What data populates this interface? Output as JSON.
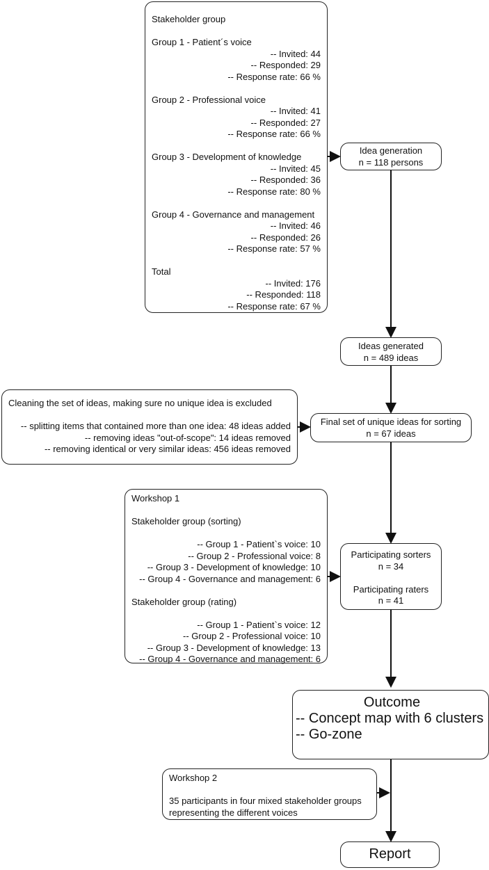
{
  "stakeholder_box": {
    "title": "Stakeholder group",
    "groups": [
      {
        "name": "Group 1 - Patient´s voice",
        "invited": "-- Invited: 44",
        "responded": "-- Responded: 29",
        "rate": "-- Response rate: 66  %"
      },
      {
        "name": "Group 2 - Professional voice",
        "invited": "-- Invited: 41",
        "responded": "-- Responded: 27",
        "rate": "-- Response rate: 66  %"
      },
      {
        "name": "Group 3 - Development of knowledge",
        "invited": "-- Invited: 45",
        "responded": "-- Responded: 36",
        "rate": "-- Response rate: 80  %"
      },
      {
        "name": "Group 4 - Governance and management",
        "invited": "-- Invited: 46",
        "responded": "-- Responded: 26",
        "rate": "-- Response rate: 57  %"
      },
      {
        "name": "Total",
        "invited": "-- Invited: 176",
        "responded": "-- Responded: 118",
        "rate": "-- Response rate: 67  %"
      }
    ]
  },
  "idea_generation": {
    "title": "Idea generation",
    "n": "n = 118 persons"
  },
  "ideas_generated": {
    "title": "Ideas generated",
    "n": "n = 489 ideas"
  },
  "cleaning_box": {
    "title": "Cleaning the set of ideas, making sure no unique idea is excluded",
    "items": [
      "-- splitting items that contained more than one idea: 48 ideas added",
      "-- removing ideas \"out-of-scope\": 14 ideas removed",
      "-- removing identical or very similar ideas: 456 ideas removed"
    ]
  },
  "final_set": {
    "title": "Final set of unique ideas for sorting",
    "n": "n = 67 ideas"
  },
  "workshop1": {
    "title": "Workshop 1",
    "sorting_title": "Stakeholder group (sorting)",
    "sorting": [
      "-- Group 1 - Patient`s voice: 10",
      "-- Group 2 - Professional voice: 8",
      "-- Group 3 - Development of knowledge: 10",
      "-- Group 4 - Governance and management: 6"
    ],
    "rating_title": "Stakeholder group (rating)",
    "rating": [
      "-- Group 1 - Patient`s voice: 12",
      "-- Group 2 - Professional voice: 10",
      "-- Group 3 - Development of knowledge: 13",
      "-- Group 4 - Governance and management: 6"
    ]
  },
  "participants": {
    "sorters_label": "Participating sorters",
    "sorters_n": "n = 34",
    "raters_label": "Participating raters",
    "raters_n": "n = 41"
  },
  "outcome": {
    "title": "Outcome",
    "items": [
      "-- Concept map with 6 clusters",
      "-- Go-zone"
    ]
  },
  "workshop2": {
    "title": "Workshop 2",
    "lines": [
      "35 participants in four mixed stakeholder groups",
      "representing the different voices"
    ]
  },
  "report": {
    "title": "Report"
  },
  "colors": {
    "line": "#111111",
    "border": "#222222",
    "background": "#ffffff"
  }
}
